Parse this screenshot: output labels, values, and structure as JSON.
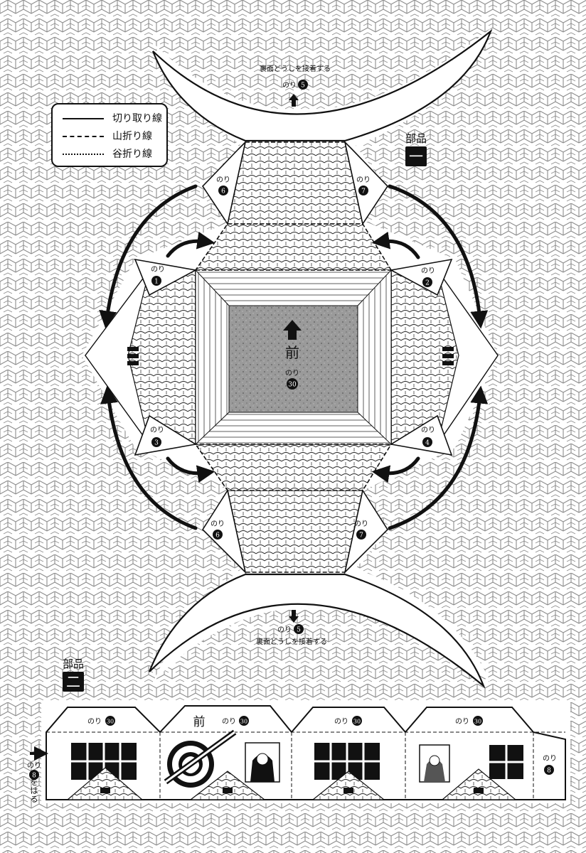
{
  "legend": {
    "cut_line": "切り取り線",
    "mountain_fold": "山折り線",
    "valley_fold": "谷折り線"
  },
  "part_one": {
    "label": "部品",
    "number": "一"
  },
  "part_two": {
    "label": "部品",
    "number": "二"
  },
  "glue_word": "のり",
  "front_label": "前",
  "glue_back_instruction": "裏面どうしを接着する",
  "tabs": {
    "n1": "1",
    "n2": "2",
    "n3": "3",
    "n4": "4",
    "n5": "5",
    "n6": "6",
    "n7": "7",
    "n8": "8",
    "n30": "30"
  },
  "side_instruction_tail": "をはる",
  "colors": {
    "ink": "#111111",
    "paper": "#ffffff",
    "roof_shade": "#9a9a9a",
    "pattern": "#8c8c8c"
  },
  "icons": [
    "tile-pattern",
    "curved-arrow",
    "up-arrow",
    "down-arrow",
    "crest-emblem"
  ]
}
